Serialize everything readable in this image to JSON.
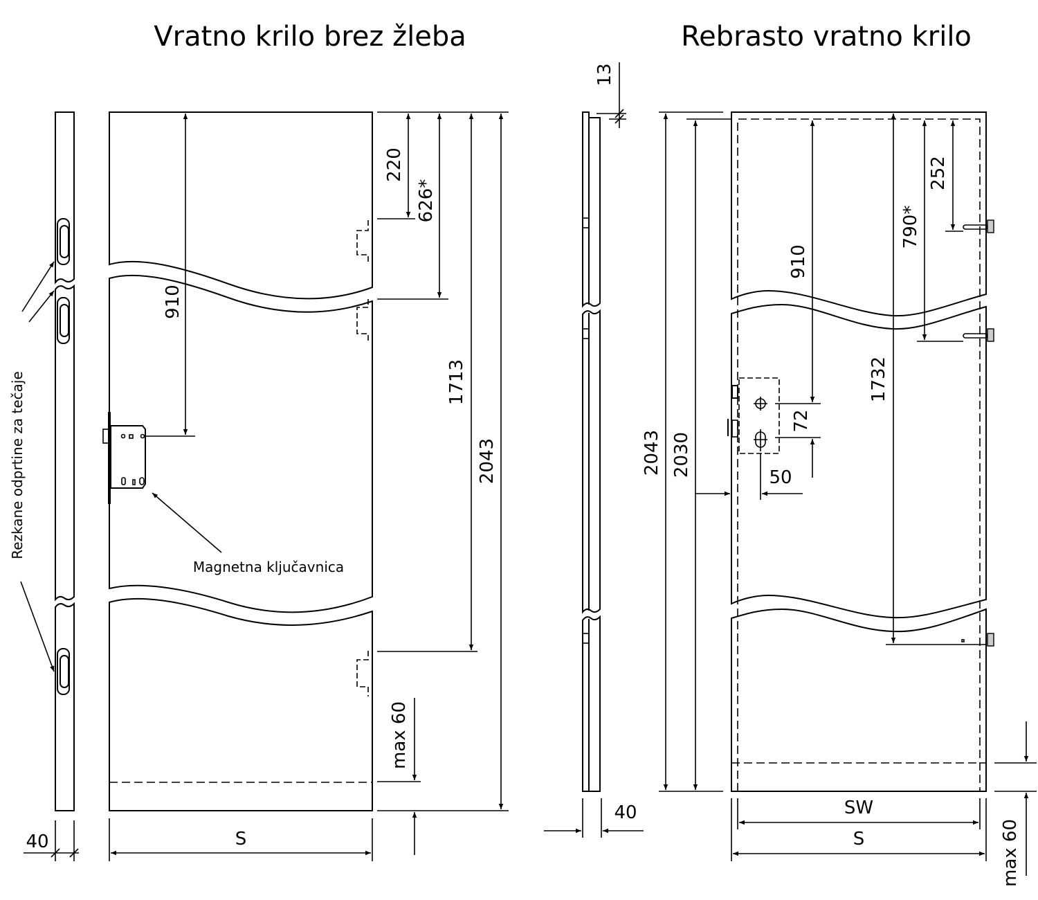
{
  "left_drawing": {
    "title": "Vratno krilo brez žleba",
    "labels": {
      "hinge_cutouts": "Rezkane odprtine za tečaje",
      "magnetic_lock": "Magnetna ključavnica"
    },
    "dimensions": {
      "d220": "220",
      "d626": "626*",
      "d910": "910",
      "d1713": "1713",
      "d2043": "2043",
      "max60": "max 60",
      "width": "S",
      "thickness": "40"
    }
  },
  "right_drawing": {
    "title": "Rebrasto vratno krilo",
    "dimensions": {
      "d13": "13",
      "d252": "252",
      "d790": "790*",
      "d910": "910",
      "d1732": "1732",
      "d72": "72",
      "d50": "50",
      "d2043": "2043",
      "d2030": "2030",
      "width_sw": "SW",
      "width_s": "S",
      "max60": "max 60",
      "thickness": "40"
    }
  }
}
